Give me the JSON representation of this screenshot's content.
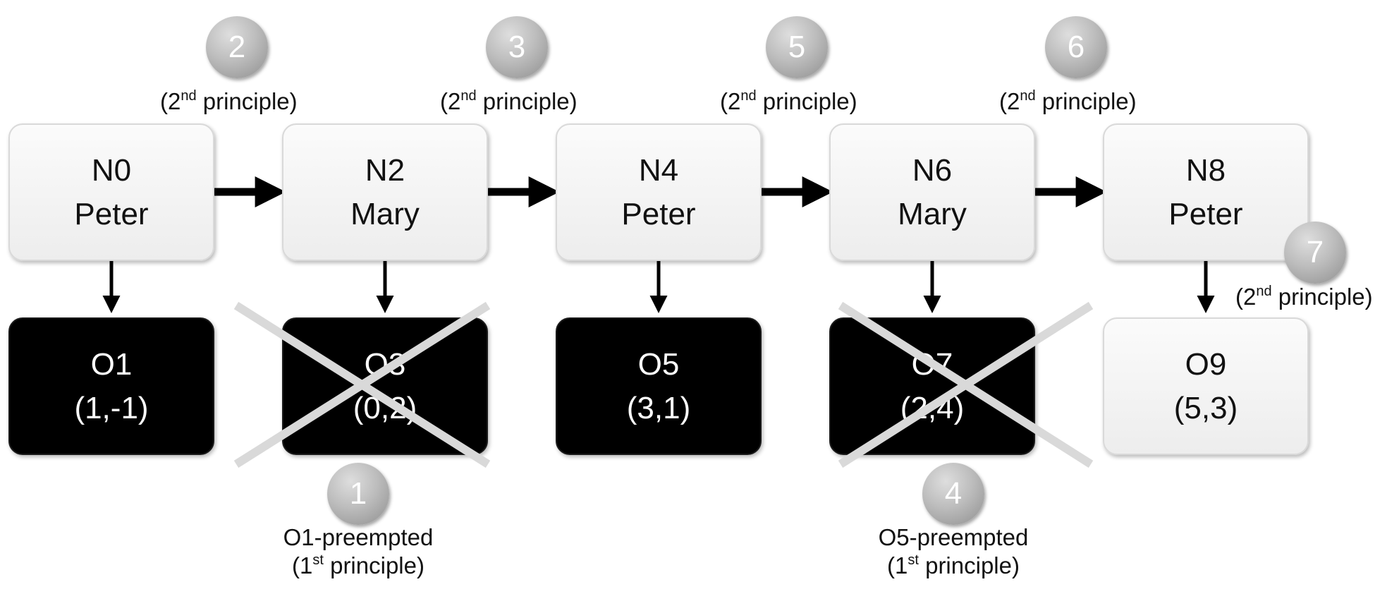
{
  "nodes": [
    {
      "id": "N0",
      "label": "Peter"
    },
    {
      "id": "N2",
      "label": "Mary"
    },
    {
      "id": "N4",
      "label": "Peter"
    },
    {
      "id": "N6",
      "label": "Mary"
    },
    {
      "id": "N8",
      "label": "Peter"
    }
  ],
  "outcomes": [
    {
      "id": "O1",
      "value": "(1,-1)",
      "style": "dark",
      "crossed": false
    },
    {
      "id": "O3",
      "value": "(0,2)",
      "style": "dark",
      "crossed": true
    },
    {
      "id": "O5",
      "value": "(3,1)",
      "style": "dark",
      "crossed": false
    },
    {
      "id": "O7",
      "value": "(2,4)",
      "style": "dark",
      "crossed": true
    },
    {
      "id": "O9",
      "value": "(5,3)",
      "style": "light",
      "crossed": false
    }
  ],
  "steps": {
    "s1": {
      "number": "1",
      "line1": "O1-preempted",
      "pre": "(1",
      "sup": "st",
      "post": " principle)"
    },
    "s2": {
      "number": "2",
      "pre": "(2",
      "sup": "nd",
      "post": " principle)"
    },
    "s3": {
      "number": "3",
      "pre": "(2",
      "sup": "nd",
      "post": " principle)"
    },
    "s4": {
      "number": "4",
      "line1": "O5-preempted",
      "pre": "(1",
      "sup": "st",
      "post": " principle)"
    },
    "s5": {
      "number": "5",
      "pre": "(2",
      "sup": "nd",
      "post": " principle)"
    },
    "s6": {
      "number": "6",
      "pre": "(2",
      "sup": "nd",
      "post": " principle)"
    },
    "s7": {
      "number": "7",
      "pre": "(2",
      "sup": "nd",
      "post": " principle)"
    }
  },
  "colors": {
    "node_fill": "#f2f2f2",
    "outcome_fill": "#000000",
    "cross": "#d9d9d9",
    "badge": "#a6a6a6",
    "arrow": "#000000"
  }
}
